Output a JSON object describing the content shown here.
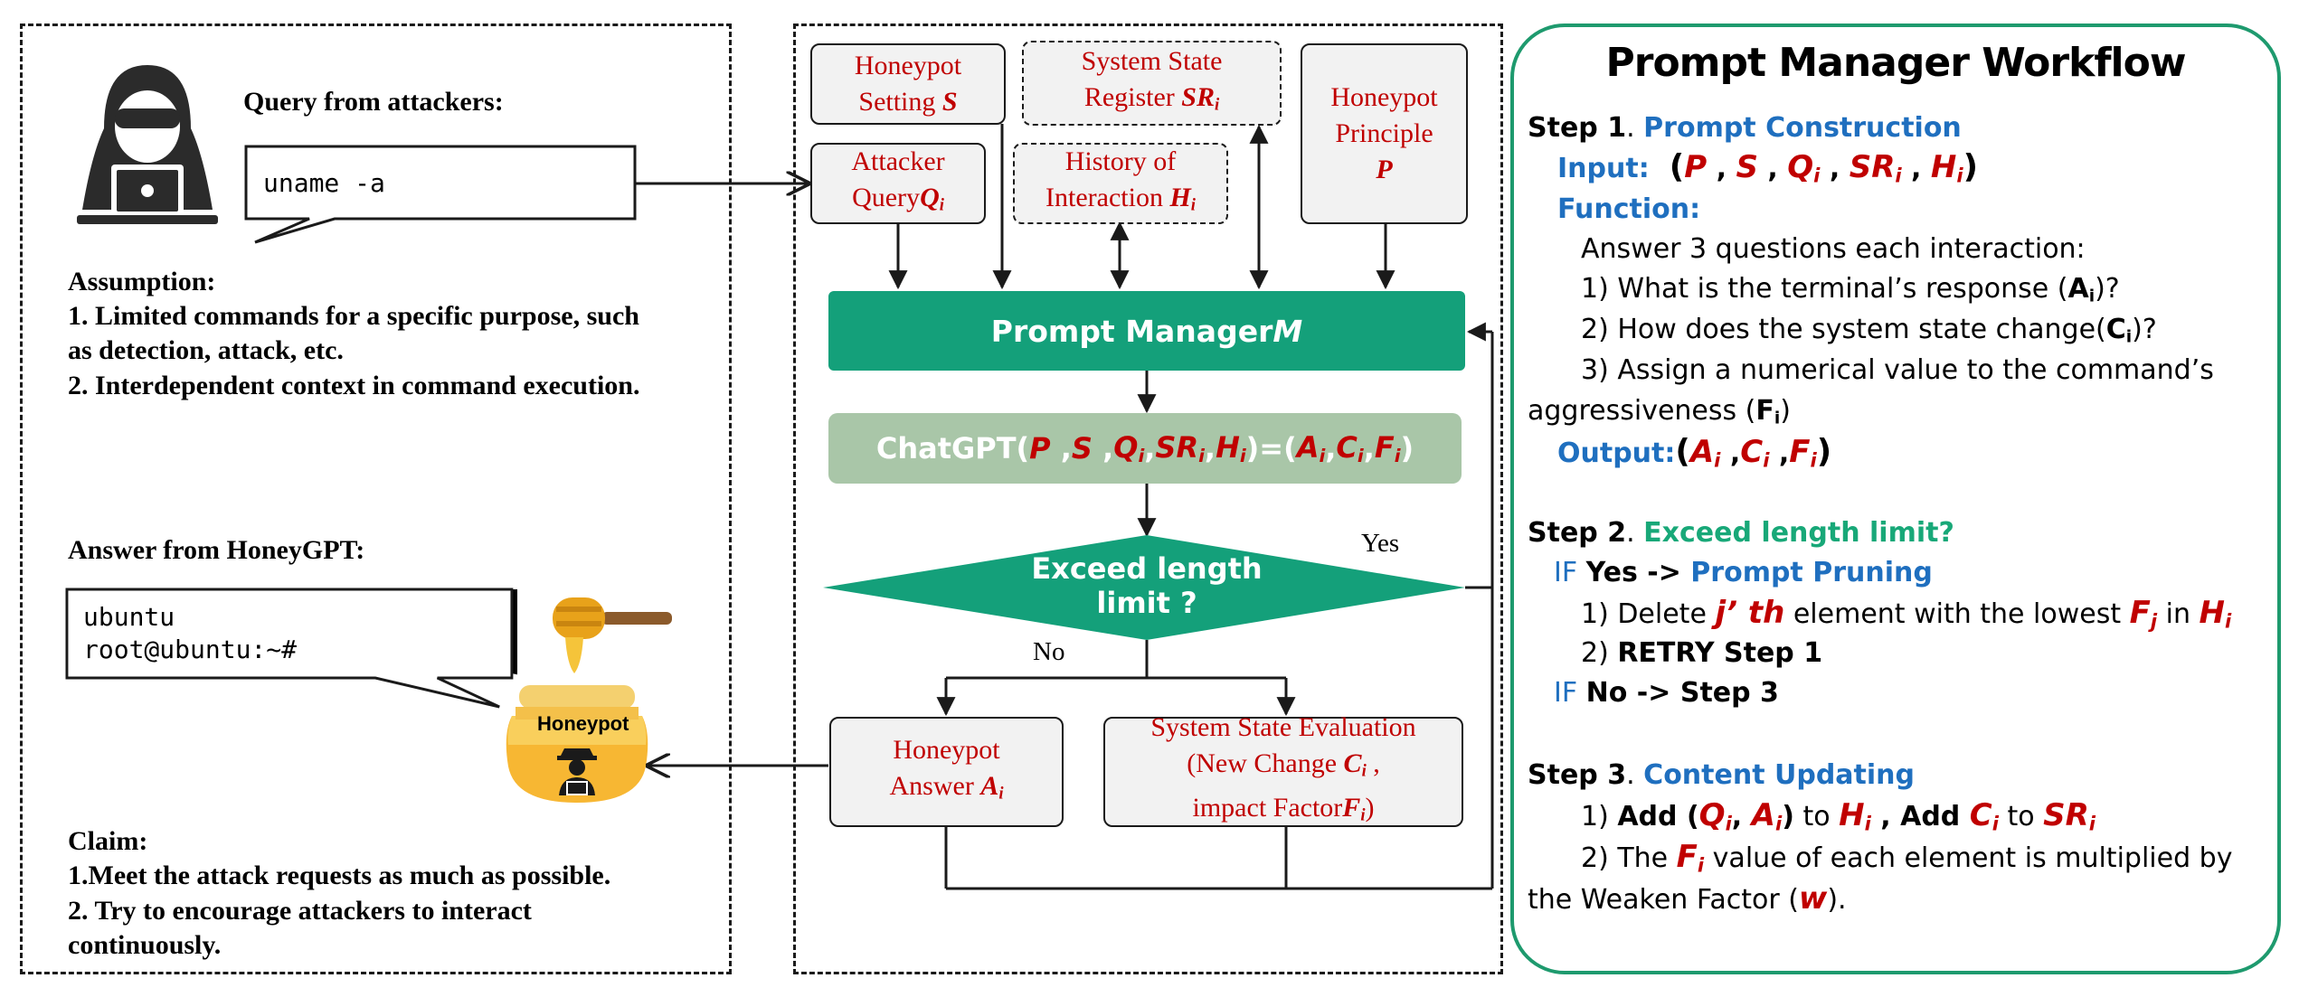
{
  "left": {
    "query_heading": "Query from attackers:",
    "query_command": "uname -a",
    "assumption_heading": "Assumption:",
    "assumption_line1": "1. Limited commands for a specific purpose, such",
    "assumption_line2": "as detection, attack, etc.",
    "assumption_line3": "2. Interdependent context  in command execution.",
    "answer_heading": "Answer from HoneyGPT:",
    "answer_line1": "ubuntu",
    "answer_line2": "root@ubuntu:~#",
    "honeypot_jar_label": "Honeypot",
    "claim_heading": "Claim:",
    "claim_line1": "1.Meet the attack requests as much as possible.",
    "claim_line2": "2. Try to encourage attackers to interact",
    "claim_line3": "continuously."
  },
  "middle": {
    "honeypot_setting": "Honeypot",
    "honeypot_setting2": "Setting ",
    "honeypot_setting_sym": "S",
    "system_state": "System State",
    "system_state2": "Register ",
    "system_state_sym": "SR",
    "system_state_sub": "i",
    "honeypot_principle1": "Honeypot",
    "honeypot_principle2": "Principle",
    "honeypot_principle_sym": "P",
    "attacker_query1": "Attacker",
    "attacker_query2": "Query",
    "attacker_query_sym": "Q",
    "attacker_query_sub": "i",
    "history1": "History of",
    "history2": "Interaction ",
    "history_sym": "H",
    "history_sub": "i",
    "prompt_manager": "Prompt Manager ",
    "prompt_manager_sym": "M",
    "chatgpt_prefix": "ChatGPT(",
    "chatgpt_inputs": "P ,S ,Q",
    "chatgpt_eq": ")=(",
    "chatgpt_close": ")",
    "decision1": "Exceed length",
    "decision2": "limit ?",
    "yes_label": "Yes",
    "no_label": "No",
    "answer_box1": "Honeypot",
    "answer_box2": "Answer ",
    "answer_sym": "A",
    "eval1": "System State Evaluation",
    "eval2": "(New Change ",
    "eval2_sym": "C",
    "eval2_end": " ,",
    "eval3": "impact Factor",
    "eval3_sym": "F",
    "eval3_end": ")"
  },
  "workflow": {
    "title": "Prompt Manager Workflow",
    "step1": "Step 1",
    "step1_name": "Prompt Construction",
    "input_label": "Input:",
    "function_label": "Function:",
    "function_intro": "Answer 3 questions each interaction:",
    "q1": "1) What is the terminal’s response (",
    "q1_sym": "A",
    "q2": "2) How does the system state change(",
    "q2_sym": "C",
    "q3": "3) Assign a numerical value to the  command’s",
    "q3b": "aggressiveness (",
    "q3_sym": "F",
    "output_label": "Output:",
    "step2": "Step 2",
    "step2_name": "Exceed length limit?",
    "if_yes": "IF ",
    "yes_arrow": "Yes -> ",
    "prompt_pruning": "Prompt Pruning",
    "delete_text": "1) Delete ",
    "delete_sym": "j’ th",
    "delete_mid": " element with the lowest ",
    "delete_in": " in ",
    "retry": "2) ",
    "retry_bold": "RETRY  Step 1",
    "if_no": "IF ",
    "no_arrow": "No -> Step 3",
    "step3": "Step 3",
    "step3_name": "Content Updating",
    "add_text": "1) ",
    "add_bold": "Add (",
    "to": " to ",
    "add_c": " ,  Add ",
    "weaken1": "2) The ",
    "weaken1b": " value of each element is multiplied by",
    "weaken2": "the Weaken Factor (",
    "weaken_sym": "w",
    "weaken_end": ")."
  },
  "colors": {
    "green_box": "#14a07a",
    "chatgpt_box": "#a9c6a8",
    "workflow_border": "#1e9a6e",
    "red": "#c00000",
    "blue": "#1f6fbf"
  },
  "icons": [
    "hacker-icon",
    "honeypot-jar-icon",
    "honey-dipper-icon"
  ]
}
